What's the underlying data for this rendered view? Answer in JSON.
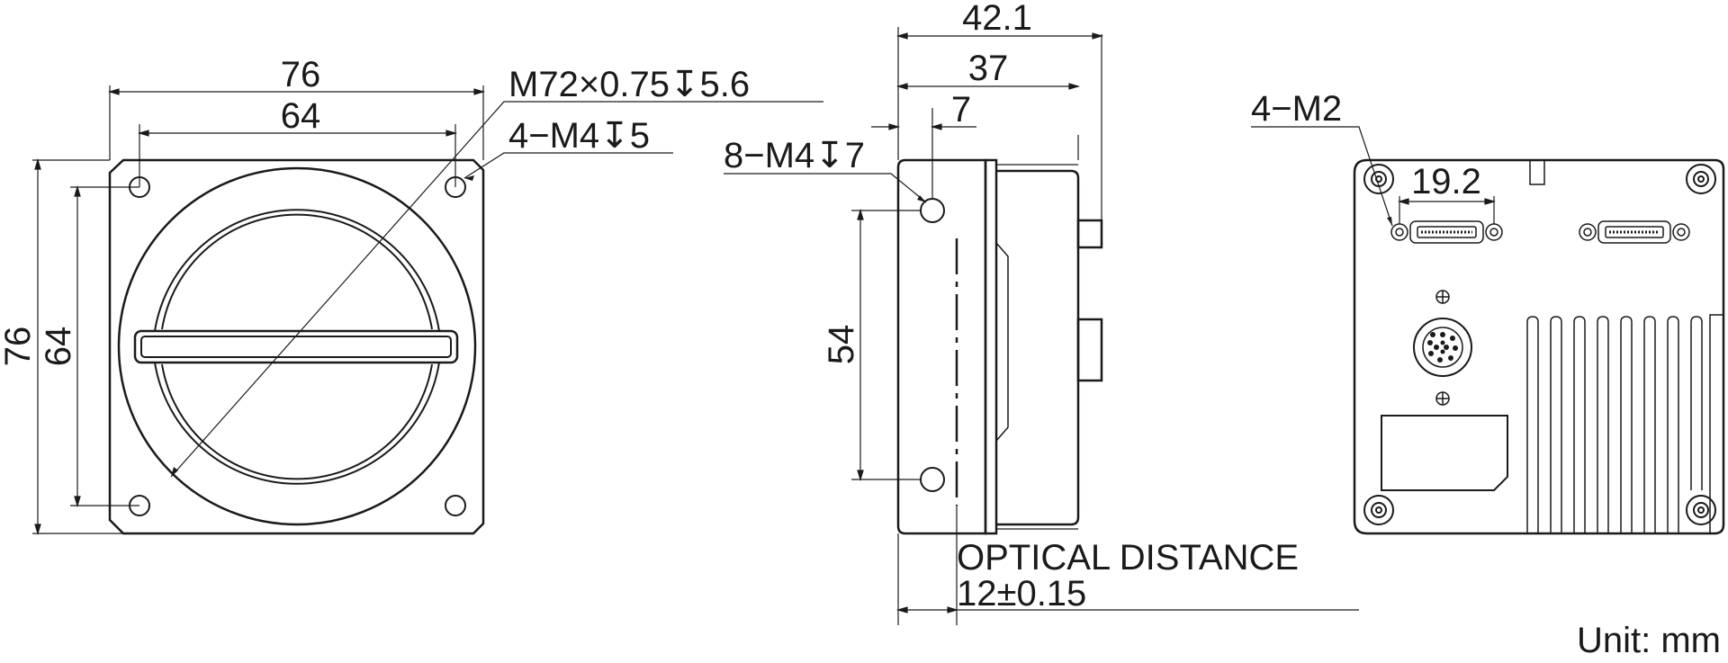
{
  "title": "Camera mechanical dimensions",
  "unit_note": "Unit: mm",
  "front_view": {
    "width_outer": "76",
    "width_inner": "64",
    "height_outer": "76",
    "height_inner": "64",
    "lens_thread": "M72×0.75↧5.6",
    "mount_holes": "4−M4↧5"
  },
  "side_view": {
    "depth_total": "42.1",
    "depth_body": "37",
    "offset_7": "7",
    "side_holes": "8−M4↧7",
    "hole_spacing": "54",
    "optical_label": "OPTICAL DISTANCE",
    "optical_value": "12±0.15"
  },
  "rear_view": {
    "connector_holes": "4−M2",
    "connector_spacing": "19.2"
  }
}
